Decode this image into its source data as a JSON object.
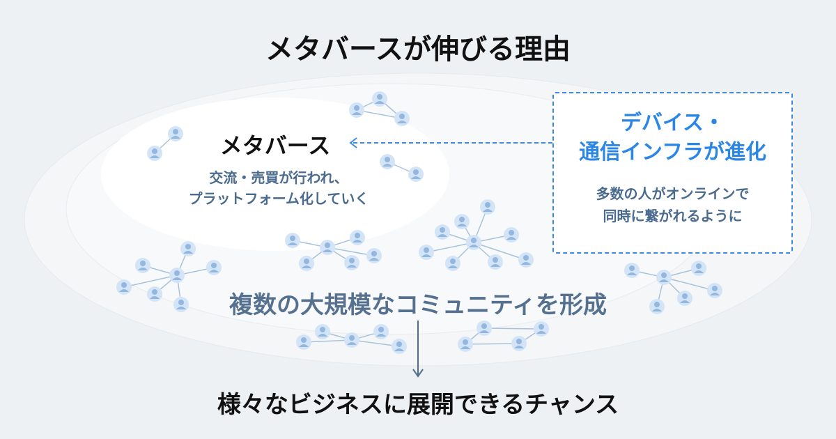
{
  "title": "メタバースが伸びる理由",
  "metaverse": {
    "label": "メタバース",
    "description_lines": [
      "交流・売買が行われ、",
      "プラットフォーム化していく"
    ]
  },
  "driver": {
    "title_lines": [
      "デバイス・",
      "通信インフラが進化"
    ],
    "description_lines": [
      "多数の人がオンラインで",
      "同時に繋がれるように"
    ]
  },
  "community_label": "複数の大規模なコミュニティを形成",
  "outcome": "様々なビジネスに展開できるチャンス",
  "colors": {
    "accent": "#2b86e6",
    "dashed": "#3d8ae5",
    "subtext": "#4a6a8e",
    "node": "#d3e4f7",
    "person": "#93b7df"
  },
  "icons": [
    "person-icon",
    "arrow-left-icon",
    "arrow-down-icon"
  ]
}
